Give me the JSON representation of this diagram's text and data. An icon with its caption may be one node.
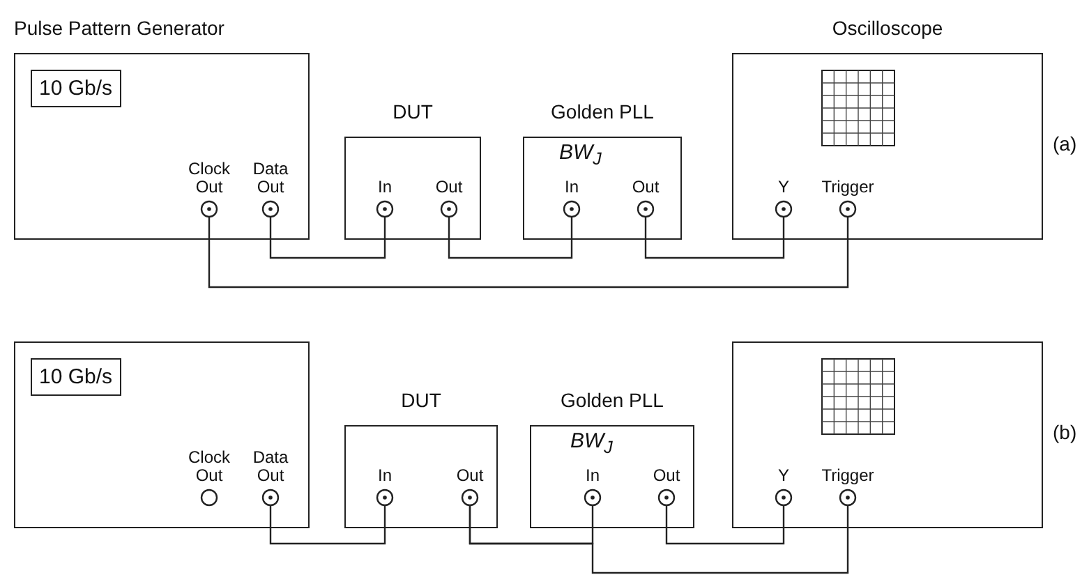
{
  "diagram": {
    "nodes": [
      {
        "text": [
          "Pulse Pattern Generator"
        ]
      },
      {
        "text": [
          "10 Gb/s"
        ],
        "in": 0
      },
      {
        "text": [
          "Clock Out"
        ],
        "in": 0
      },
      {
        "text": [
          "Data Out"
        ],
        "in": 0
      },
      {
        "text": [
          "DUT"
        ]
      },
      {
        "text": [
          "In"
        ],
        "in": 4
      },
      {
        "text": [
          "Out"
        ],
        "in": 4
      },
      {
        "text": [
          "Golden PLL",
          "BW$_{J}$"
        ]
      },
      {
        "text": [
          "In"
        ],
        "in": 7
      },
      {
        "text": [
          "Out"
        ],
        "in": 7
      },
      {
        "text": [
          "Oscilloscope"
        ]
      },
      {
        "text": [
          "Y"
        ],
        "in": 10
      },
      {
        "text": [
          "Trigger"
        ],
        "in": 10
      },
      {
        "text": [],
        "shape": "box"
      },
      {
        "text": [
          "10 Gb/s"
        ],
        "in": 13
      },
      {
        "text": [
          "Clock Out"
        ],
        "in": 13
      },
      {
        "text": [
          "Data Out"
        ],
        "in": 13
      },
      {
        "text": [
          "DUT"
        ]
      },
      {
        "text": [
          "In"
        ],
        "in": 17
      },
      {
        "text": [
          "Out"
        ],
        "in": 17
      },
      {
        "text": [
          "Golden PLL",
          "BW$_{J}$"
        ]
      },
      {
        "text": [
          "In"
        ],
        "in": 20
      },
      {
        "text": [
          "Out"
        ],
        "in": 20
      },
      {
        "text": [],
        "shape": "box"
      },
      {
        "text": [
          "Y"
        ],
        "in": 23
      },
      {
        "text": [
          "Trigger"
        ],
        "in": 23
      }
    ],
    "edges": [
      {
        "from": 3,
        "to": 5,
        "arrow": "none"
      },
      {
        "from": 6,
        "to": 8,
        "arrow": "none"
      },
      {
        "from": 9,
        "to": 11,
        "arrow": "none"
      },
      {
        "from": 2,
        "to": 12,
        "arrow": "none"
      },
      {
        "from": 16,
        "to": 18,
        "arrow": "none"
      },
      {
        "from": 19,
        "to": 21,
        "arrow": "none"
      },
      {
        "from": 22,
        "to": 24,
        "arrow": "none"
      },
      {
        "from": 19,
        "to": 25,
        "arrow": "none"
      }
    ],
    "labels": [
      "(a)",
      "(b)"
    ]
  }
}
